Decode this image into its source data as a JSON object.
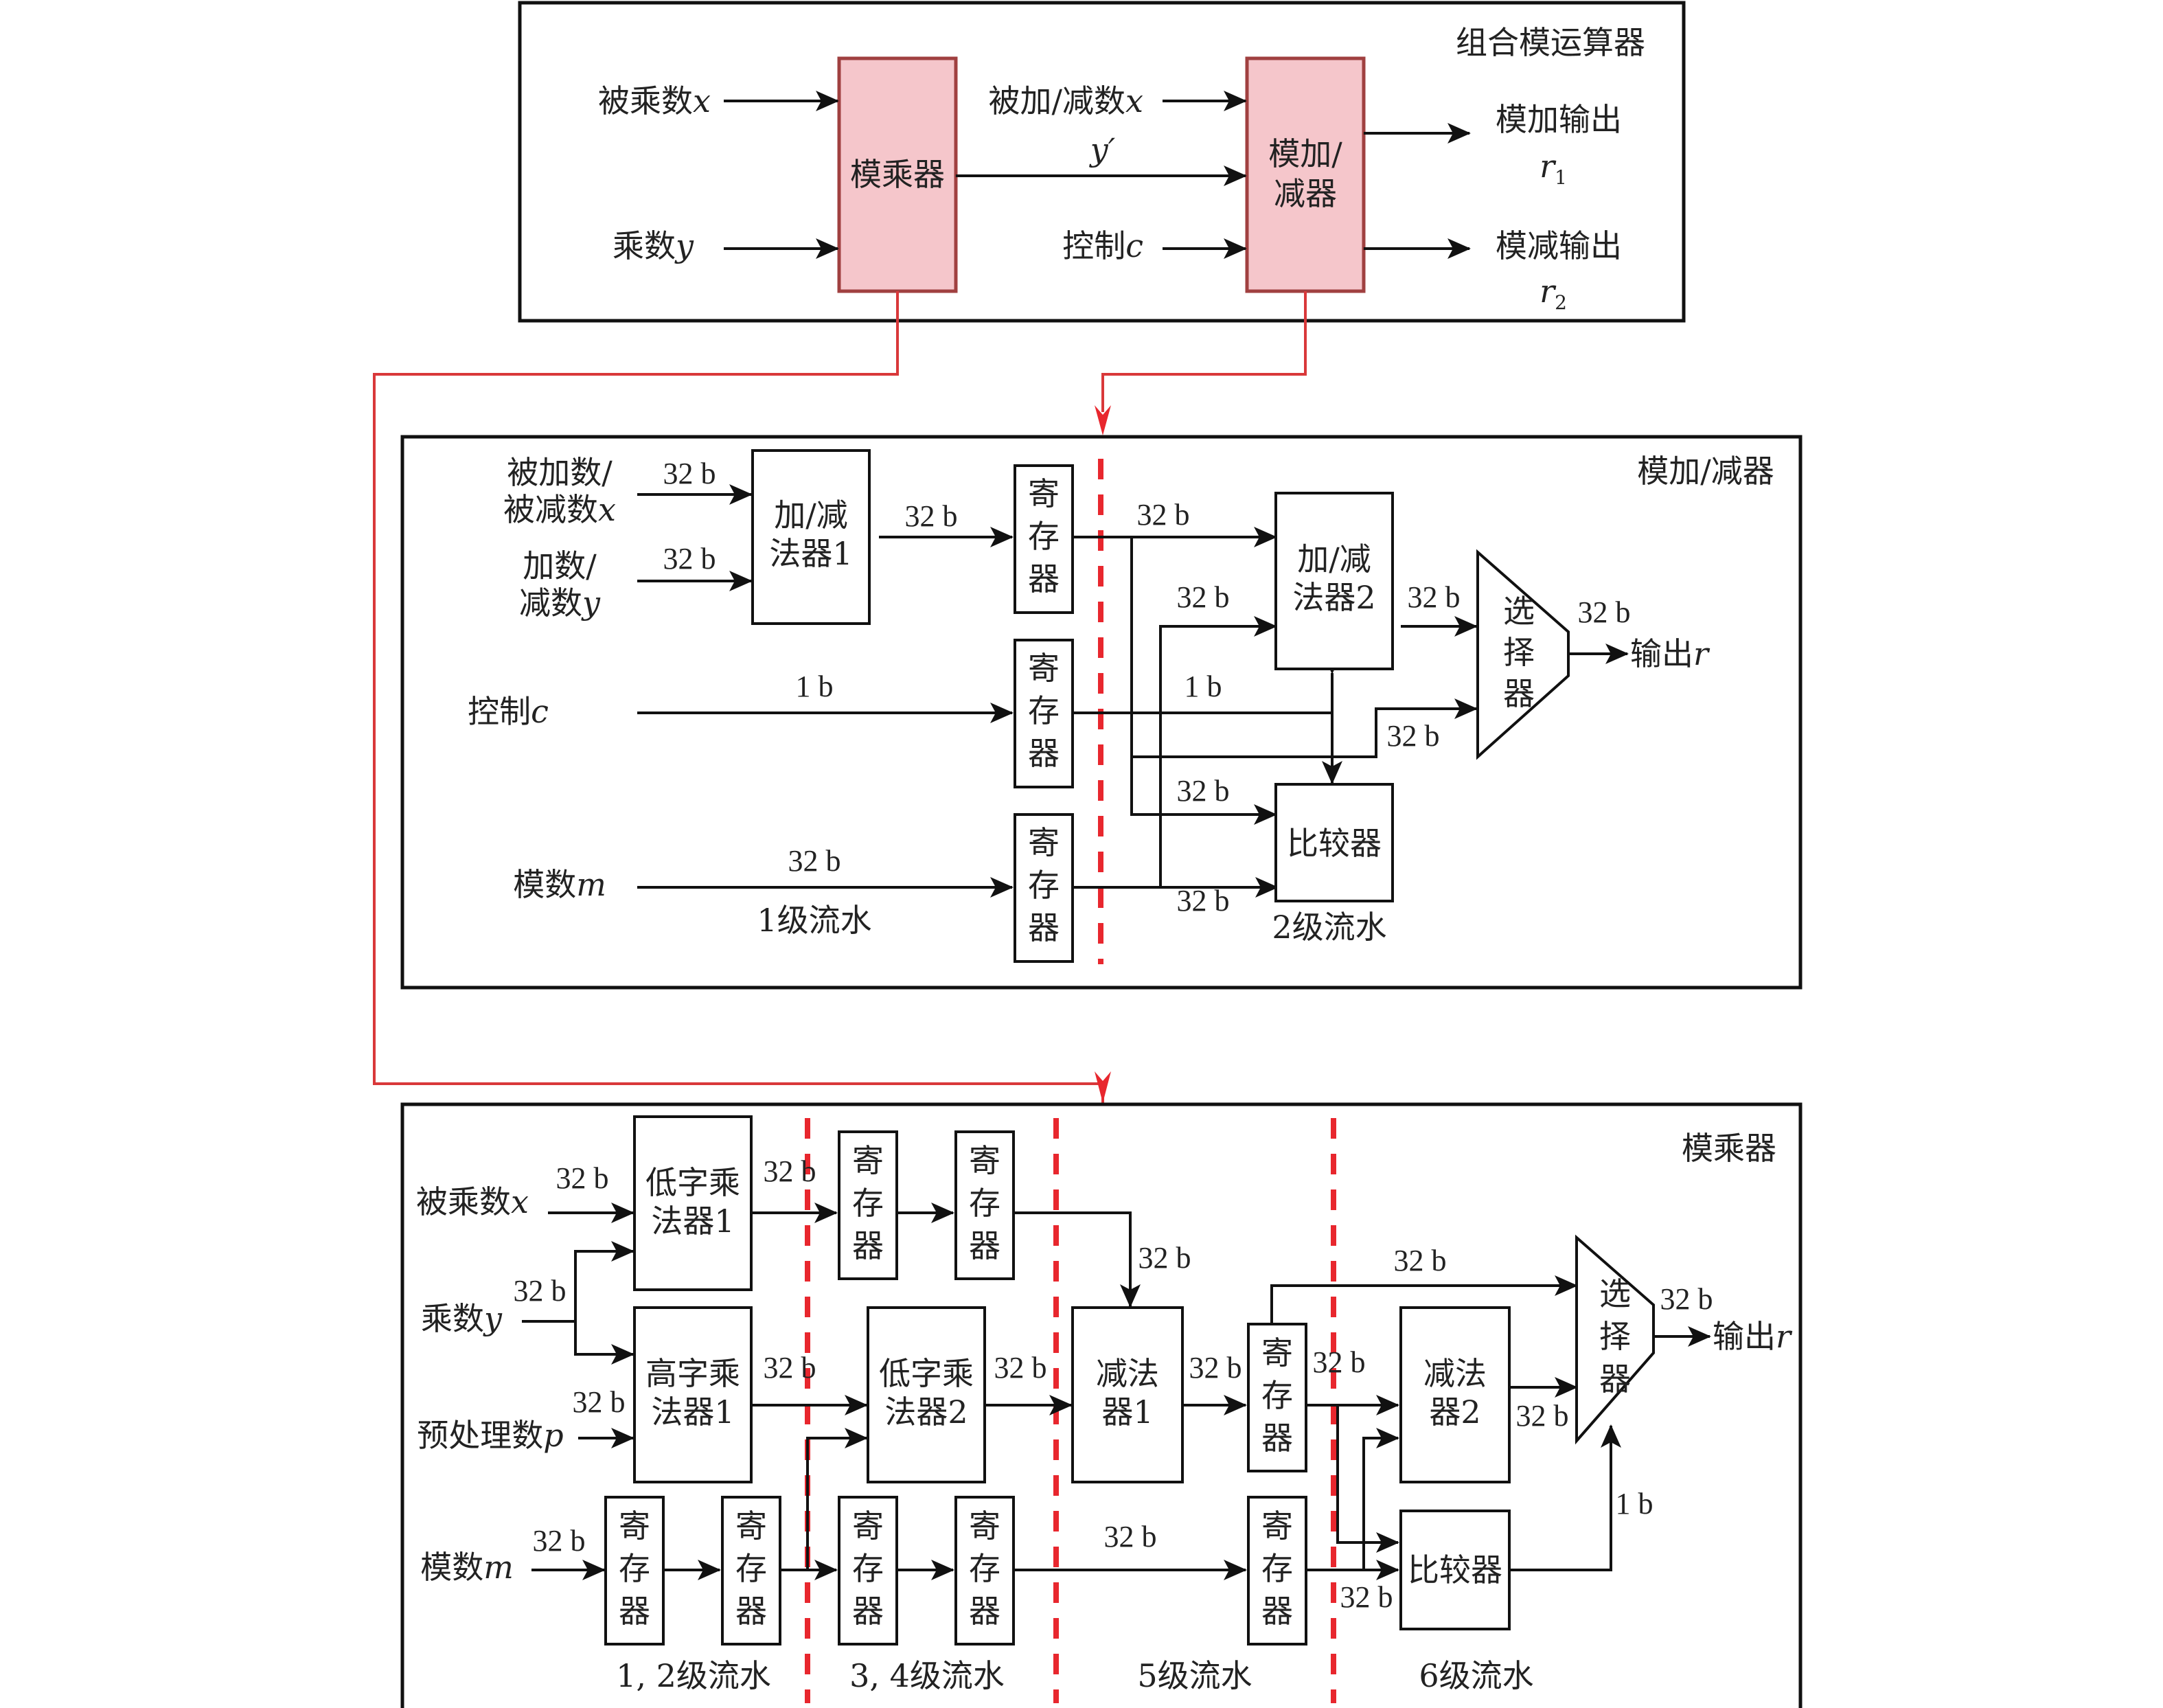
{
  "top": {
    "title": "组合模运算器",
    "modmul_block": "模乘器",
    "modaddsub_block": [
      "模加/",
      "减器"
    ],
    "in_multiplicand": "被乘数",
    "in_multiplicand_var": "x",
    "in_multiplier": "乘数",
    "in_multiplier_var": "y",
    "in_addend": "被加/减数",
    "in_addend_var": "x",
    "in_yprime": "y′",
    "in_control": "控制",
    "in_control_var": "c",
    "out_add": "模加输出",
    "out_add_var": "r",
    "out_add_sub": "1",
    "out_sub": "模减输出",
    "out_sub_var": "r",
    "out_sub_sub": "2"
  },
  "addsub": {
    "title": "模加/减器",
    "in_x": [
      "被加数/",
      "被减数"
    ],
    "in_x_var": "x",
    "in_y": [
      "加数/",
      "减数"
    ],
    "in_y_var": "y",
    "in_c": "控制",
    "in_c_var": "c",
    "in_m": "模数",
    "in_m_var": "m",
    "adder1": [
      "加/减",
      "法器1"
    ],
    "adder2": [
      "加/减",
      "法器2"
    ],
    "register": [
      "寄",
      "存",
      "器"
    ],
    "comparator": "比较器",
    "mux": [
      "选",
      "择",
      "器"
    ],
    "output": "输出",
    "output_var": "r",
    "bits_32": "32 b",
    "bits_1": "1 b",
    "stage1": "1级流水",
    "stage2": "2级流水"
  },
  "modmul": {
    "title": "模乘器",
    "in_x": "被乘数",
    "in_x_var": "x",
    "in_y": "乘数",
    "in_y_var": "y",
    "in_p": "预处理数",
    "in_p_var": "p",
    "in_m": "模数",
    "in_m_var": "m",
    "lowmul1": [
      "低字乘",
      "法器1"
    ],
    "highmul1": [
      "高字乘",
      "法器1"
    ],
    "lowmul2": [
      "低字乘",
      "法器2"
    ],
    "sub1": [
      "减法",
      "器1"
    ],
    "sub2": [
      "减法",
      "器2"
    ],
    "register": [
      "寄",
      "存",
      "器"
    ],
    "comparator": "比较器",
    "mux": [
      "选",
      "择",
      "器"
    ],
    "output": "输出",
    "output_var": "r",
    "bits_32": "32 b",
    "bits_1": "1 b",
    "stage12": "1, 2级流水",
    "stage34": "3, 4级流水",
    "stage5": "5级流水",
    "stage6": "6级流水"
  },
  "colors": {
    "block_fill": "#F5C6CB",
    "block_border": "#A04040",
    "connector": "#D9383A",
    "pipeline_divider": "#E8272E"
  }
}
